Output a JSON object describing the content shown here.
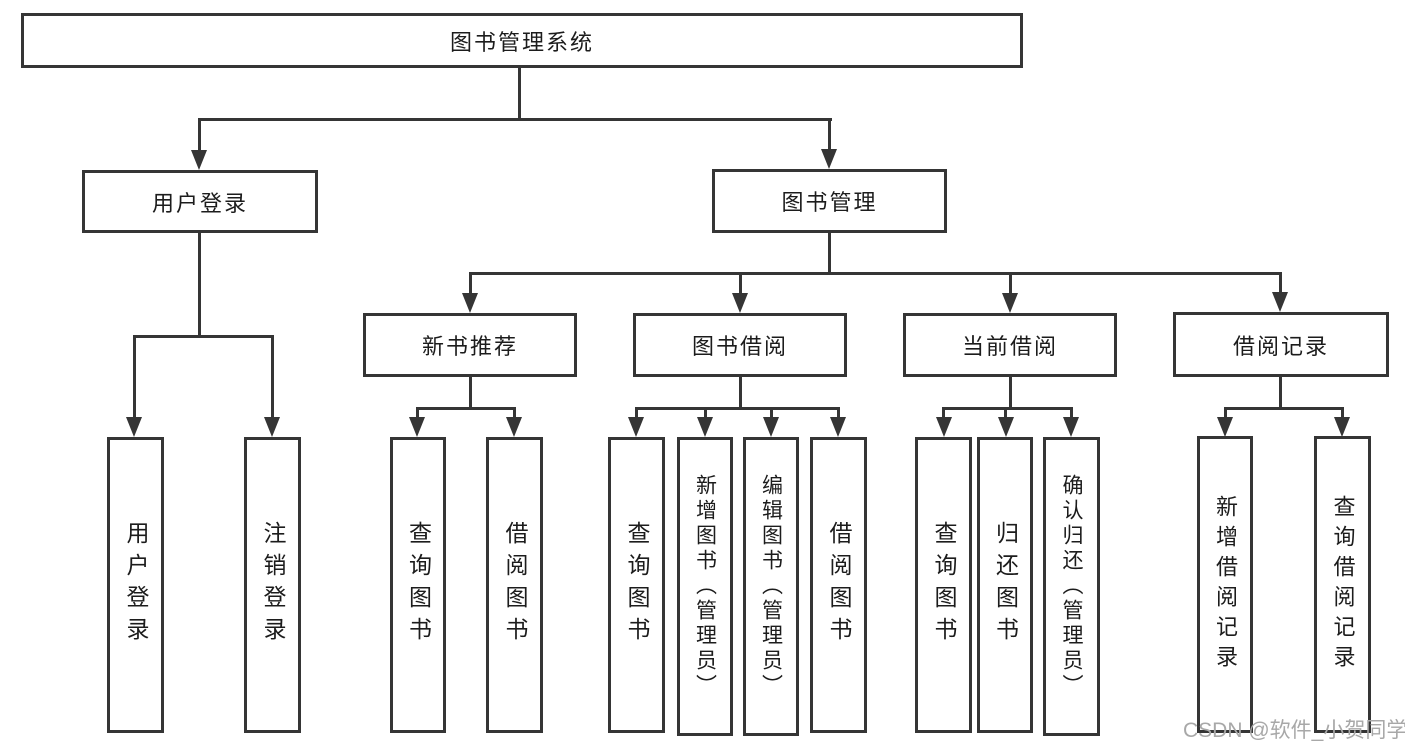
{
  "tree": {
    "root": {
      "label": "图书管理系统",
      "children": [
        {
          "label": "用户登录",
          "children": [
            {
              "label": "用户登录"
            },
            {
              "label": "注销登录"
            }
          ]
        },
        {
          "label": "图书管理",
          "children": [
            {
              "label": "新书推荐",
              "children": [
                {
                  "label": "查询图书"
                },
                {
                  "label": "借阅图书"
                }
              ]
            },
            {
              "label": "图书借阅",
              "children": [
                {
                  "label": "查询图书"
                },
                {
                  "label": "新增图书（管理员）"
                },
                {
                  "label": "编辑图书（管理员）"
                },
                {
                  "label": "借阅图书"
                }
              ]
            },
            {
              "label": "当前借阅",
              "children": [
                {
                  "label": "查询图书"
                },
                {
                  "label": "归还图书"
                },
                {
                  "label": "确认归还（管理员）"
                }
              ]
            },
            {
              "label": "借阅记录",
              "children": [
                {
                  "label": "新增借阅记录"
                },
                {
                  "label": "查询借阅记录"
                }
              ]
            }
          ]
        }
      ]
    }
  },
  "watermark": "CSDN @软件_小贺同学",
  "colors": {
    "line": "#353535",
    "text": "#1c1c1c",
    "watermark": "#a8a8a8",
    "background": "#ffffff"
  }
}
